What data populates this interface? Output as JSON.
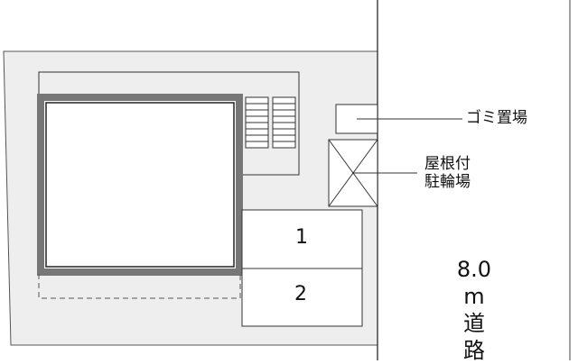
{
  "plan": {
    "parking": [
      {
        "number": "1"
      },
      {
        "number": "2"
      }
    ],
    "labels": {
      "garbage": "ゴミ置場",
      "bicycle_line1": "屋根付",
      "bicycle_line2": "駐輪場"
    },
    "road": {
      "width": "8.0",
      "unit": "m",
      "char1": "道",
      "char2": "路"
    },
    "colors": {
      "site": "#eeeeee",
      "building_wall": "#777777",
      "line": "#333333"
    }
  }
}
